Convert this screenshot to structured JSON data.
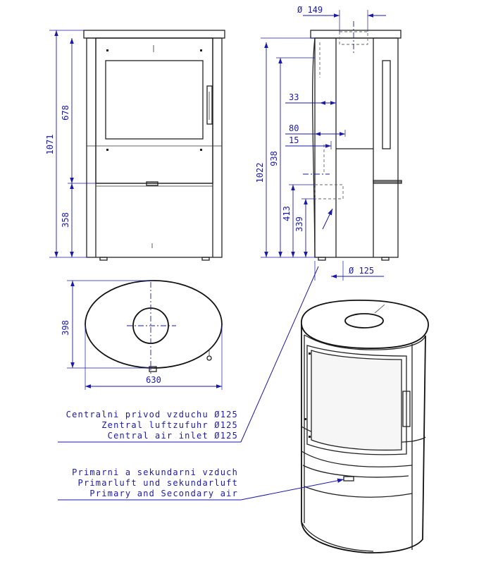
{
  "dimensions": {
    "front_height_total": "1071",
    "front_height_upper": "678",
    "front_height_lower": "358",
    "top_diameter": "Ø 149",
    "side_height_total": "1022",
    "side_height_inlet": "938",
    "side_offset_33": "33",
    "side_offset_80": "80",
    "side_offset_15": "15",
    "side_height_413": "413",
    "side_height_339": "339",
    "bottom_diameter": "Ø 125",
    "plan_depth": "398",
    "plan_width": "630"
  },
  "notes": {
    "central_air": [
      "Centralni privod vzduchu Ø125",
      "Zentral luftzufuhr Ø125",
      "Central air inlet Ø125"
    ],
    "primary_air": [
      "Primarni a sekundarni vzduch",
      "Primarluft und sekundarluft",
      "Primary and Secondary air"
    ]
  },
  "colors": {
    "dimension": "#1a1aa8",
    "outline": "#222222"
  }
}
